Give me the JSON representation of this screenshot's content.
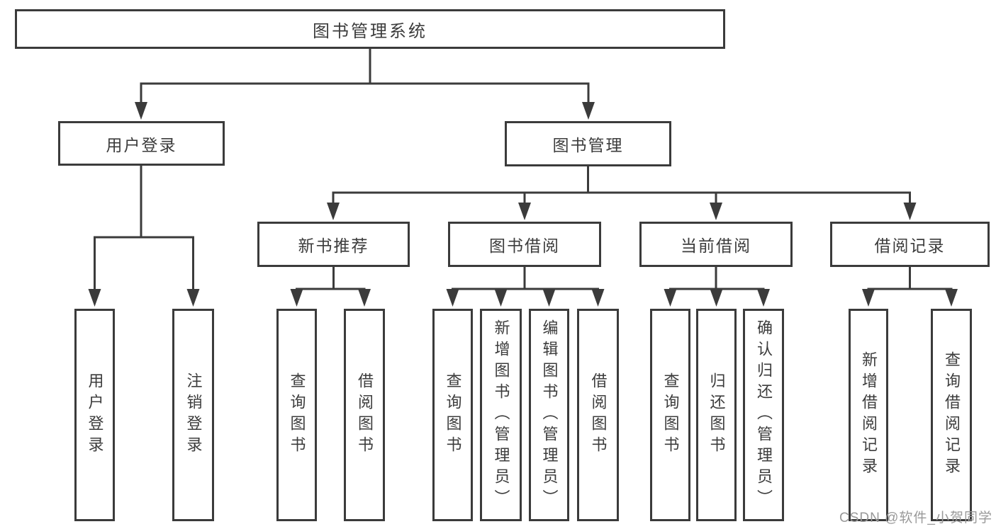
{
  "colors": {
    "background": "#ffffff",
    "line": "#3b3b3b",
    "text": "#3c3c3c",
    "watermark": "#999999"
  },
  "diagram": {
    "root": "图书管理系统",
    "level2": [
      {
        "label": "用户登录",
        "children": [
          "用户登录",
          "注销登录"
        ]
      },
      {
        "label": "图书管理"
      }
    ],
    "level3": [
      {
        "label": "新书推荐",
        "children": [
          "查询图书",
          "借阅图书"
        ]
      },
      {
        "label": "图书借阅",
        "children": [
          "查询图书",
          "新增图书（管理员）",
          "编辑图书（管理员）",
          "借阅图书"
        ]
      },
      {
        "label": "当前借阅",
        "children": [
          "查询图书",
          "归还图书",
          "确认归还（管理员）"
        ]
      },
      {
        "label": "借阅记录",
        "children": [
          "新增借阅记录",
          "查询借阅记录"
        ]
      }
    ]
  },
  "watermark": "CSDN @软件_小贺同学"
}
